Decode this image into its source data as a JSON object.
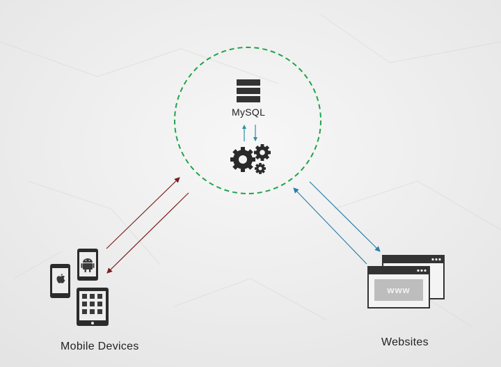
{
  "diagram": {
    "database_label": "MySQL",
    "mobile_label": "Mobile Devices",
    "websites_label": "Websites",
    "browser_text": "www"
  },
  "icons": {
    "database": "database-stack-icon",
    "gears": "gears-icon",
    "android_phone": "android-phone-icon",
    "apple_phone": "apple-phone-icon",
    "tablet": "tablet-icon",
    "browser_windows": "browser-windows-icon"
  },
  "colors": {
    "dashed_circle": "#1fa34a",
    "mobile_arrows": "#7a1f1f",
    "website_arrows": "#2a7fa8",
    "db_arrows": "#2a8fa8",
    "icon_dark": "#333333"
  }
}
